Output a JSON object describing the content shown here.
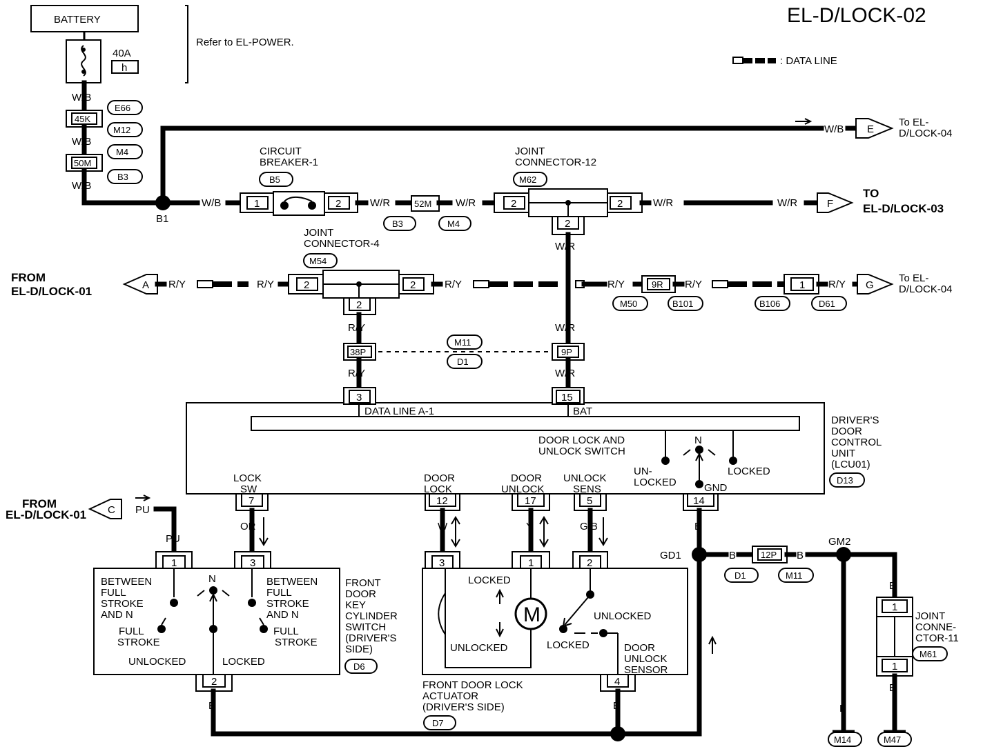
{
  "title": "EL-D/LOCK-02",
  "legend": {
    "data_line": ": DATA LINE"
  },
  "power": {
    "battery": "BATTERY",
    "fuse_amp": "40A",
    "fuse_id": "h",
    "refer": "Refer to EL-POWER."
  },
  "wire_colors": {
    "wb": "W/B",
    "wr": "W/R",
    "ry": "R/Y",
    "pu": "PU",
    "or": "OR",
    "w": "W",
    "y": "Y",
    "gb": "G/B",
    "b": "B"
  },
  "connector_ids": {
    "e66": "E66",
    "m12": "M12",
    "m4": "M4",
    "b3": "B3",
    "b5": "B5",
    "m62": "M62",
    "m54": "M54",
    "m50": "M50",
    "b101": "B101",
    "b106": "B106",
    "d61": "D61",
    "m11": "M11",
    "d1": "D1",
    "d13": "D13",
    "d6": "D6",
    "d7": "D7",
    "m61": "M61",
    "m14": "M14",
    "m47": "M47"
  },
  "connector_pins": {
    "k45": "45K",
    "m50": "50M",
    "m52": "52M",
    "r9": "9R",
    "p38": "38P",
    "p9": "9P",
    "p12": "12P",
    "one": "1",
    "two": "2",
    "three": "3",
    "four": "4",
    "five": "5",
    "seven": "7",
    "twelve": "12",
    "fourteen": "14",
    "fifteen": "15",
    "seventeen": "17"
  },
  "splices": {
    "b1": "B1",
    "gd1": "GD1",
    "gm2": "GM2"
  },
  "components": {
    "cb1": [
      "CIRCUIT",
      "BREAKER-1"
    ],
    "jc12": [
      "JOINT",
      "CONNECTOR-12"
    ],
    "jc4": [
      "JOINT",
      "CONNECTOR-4"
    ],
    "jc11": [
      "JOINT",
      "CONNE-",
      "CTOR-11"
    ],
    "dcu": [
      "DRIVER'S",
      "DOOR",
      "CONTROL",
      "UNIT",
      "(LCU01)"
    ],
    "dcu_data_line": "DATA LINE A-1",
    "dcu_bat": "BAT",
    "dcu_switch": [
      "DOOR LOCK AND",
      "UNLOCK SWITCH"
    ],
    "dcu_n": "N",
    "dcu_unlocked": [
      "UN-",
      "LOCKED"
    ],
    "dcu_locked": "LOCKED",
    "dcu_gnd": "GND",
    "dcu_lock_sw": [
      "LOCK",
      "SW"
    ],
    "dcu_door_lock": [
      "DOOR",
      "LOCK"
    ],
    "dcu_door_unlock": [
      "DOOR",
      "UNLOCK"
    ],
    "dcu_unlock_sens": [
      "UNLOCK",
      "SENS"
    ],
    "key_sw": [
      "FRONT",
      "DOOR",
      "KEY",
      "CYLINDER",
      "SWITCH",
      "(DRIVER'S",
      "SIDE)"
    ],
    "key_left": [
      "BETWEEN",
      "FULL",
      "STROKE",
      "AND N"
    ],
    "key_right": [
      "BETWEEN",
      "FULL",
      "STROKE",
      "AND N"
    ],
    "key_full_left": [
      "FULL",
      "STROKE"
    ],
    "key_full_right": [
      "FULL",
      "STROKE"
    ],
    "key_n": "N",
    "key_unlocked": "UNLOCKED",
    "key_locked": "LOCKED",
    "actuator": [
      "FRONT DOOR LOCK",
      "ACTUATOR",
      "(DRIVER'S SIDE)"
    ],
    "act_locked": "LOCKED",
    "act_unlocked": "UNLOCKED",
    "act_motor": "M",
    "sensor_unlocked": "UNLOCKED",
    "sensor_locked": "LOCKED",
    "sensor": [
      "DOOR",
      "UNLOCK",
      "SENSOR"
    ]
  },
  "offpage": {
    "e_letter": "E",
    "e_to": [
      "To EL-",
      "D/LOCK-04"
    ],
    "f_letter": "F",
    "f_to": [
      "TO",
      "EL-D/LOCK-03"
    ],
    "a_letter": "A",
    "a_from": [
      "FROM",
      "EL-D/LOCK-01"
    ],
    "g_letter": "G",
    "g_to": [
      "To EL-",
      "D/LOCK-04"
    ],
    "c_letter": "C",
    "c_from": [
      "FROM",
      "EL-D/LOCK-01"
    ]
  }
}
